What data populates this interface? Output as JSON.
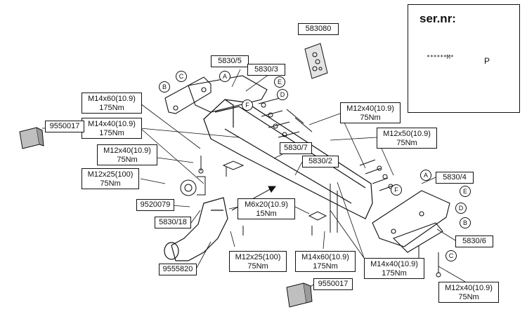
{
  "serial_panel": {
    "title": "ser.nr:",
    "plate_mask": "******M*",
    "plate_letter": "P"
  },
  "labels": {
    "l_583080": "583080",
    "l_5830_5": "5830/5",
    "l_5830_3": "5830/3",
    "l_m14x60_top": [
      "M14x60(10.9)",
      "175Nm"
    ],
    "l_m14x40_top": [
      "M14x40(10.9)",
      "175Nm"
    ],
    "l_9550017_left": "9550017",
    "l_m12x40_left": [
      "M12x40(10.9)",
      "75Nm"
    ],
    "l_m12x25_left": [
      "M12x25(100)",
      "75Nm"
    ],
    "l_9520079": "9520079",
    "l_5830_18": "5830/18",
    "l_9555820": "9555820",
    "l_5830_7": "5830/7",
    "l_5830_2": "5830/2",
    "l_m6x20": [
      "M6x20(10.9)",
      "15Nm"
    ],
    "l_m12x40_right": [
      "M12x40(10.9)",
      "75Nm"
    ],
    "l_m12x50": [
      "M12x50(10.9)",
      "75Nm"
    ],
    "l_5830_4": "5830/4",
    "l_5830_6": "5830/6",
    "l_m12x25_bottom": [
      "M12x25(100)",
      "75Nm"
    ],
    "l_m14x60_bottom": [
      "M14x60(10.9)",
      "175Nm"
    ],
    "l_m14x40_bottom": [
      "M14x40(10.9)",
      "175Nm"
    ],
    "l_9550017_bottom": "9550017",
    "l_m12x40_bottomright": [
      "M12x40(10.9)",
      "75Nm"
    ]
  },
  "markers": {
    "c_left_B": "B",
    "c_left_C": "C",
    "c_left_A": "A",
    "c_left_E": "E",
    "c_left_D": "D",
    "c_left_F": "F",
    "c_right_A": "A",
    "c_right_E": "E",
    "c_right_D": "D",
    "c_right_B": "B",
    "c_right_C": "C",
    "c_right_F": "F"
  }
}
